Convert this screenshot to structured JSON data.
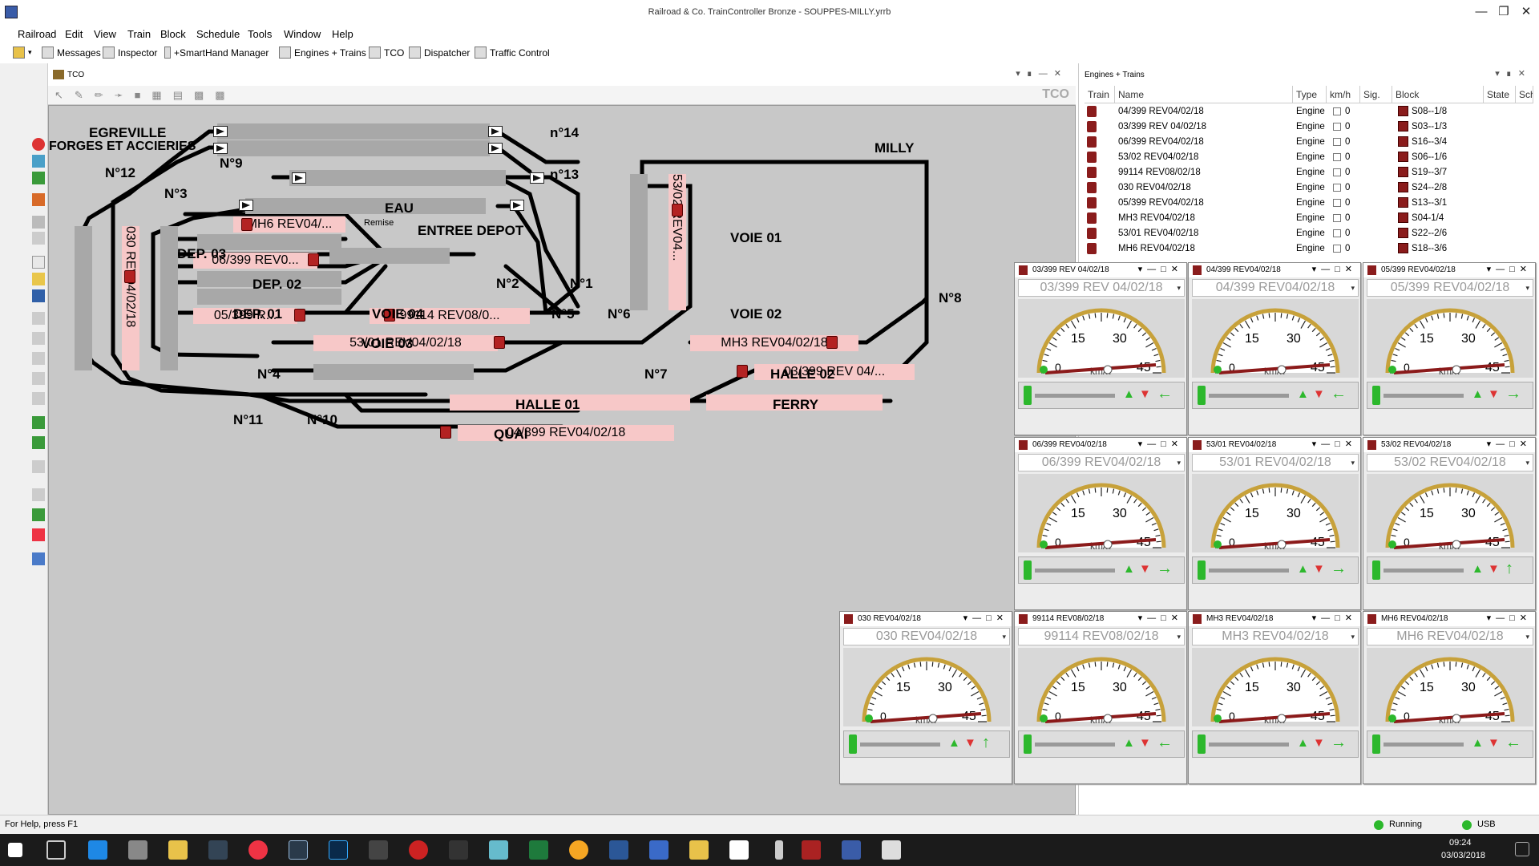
{
  "window": {
    "title": "Railroad & Co. TrainController Bronze - SOUPPES-MILLY.yrrb"
  },
  "menu": [
    "Railroad",
    "Edit",
    "View",
    "Train",
    "Block",
    "Schedule",
    "Tools",
    "Window",
    "Help"
  ],
  "toolbar": [
    "Messages",
    "Inspector",
    "+SmartHand Manager",
    "Engines + Trains",
    "TCO",
    "Dispatcher",
    "Traffic Control"
  ],
  "tco": {
    "title": "TCO",
    "corner_label": "TCO",
    "labels": {
      "egreville": "EGREVILLE",
      "forges": "FORGES ET ACCIERIES",
      "n14": "n°14",
      "n13": "n°13",
      "n12": "N°12",
      "n9": "N°9",
      "n3": "N°3",
      "milly": "MILLY",
      "eau": "EAU",
      "remise": "Remise",
      "entree_depot": "ENTREE DEPOT",
      "dep03": "DEP. 03",
      "dep02": "DEP. 02",
      "dep01": "DEP. 01",
      "voie01": "VOIE 01",
      "n2": "N°2",
      "n1": "N°1",
      "n5": "N°5",
      "n6": "N°6",
      "n8": "N°8",
      "voie04": "VOIE 04",
      "voie02": "VOIE 02",
      "voie03": "VOIE 03",
      "n4": "N°4",
      "n7": "N°7",
      "halle02": "HALLE 02",
      "halle01": "HALLE 01",
      "ferry": "FERRY",
      "n11": "N°11",
      "n10": "N°10",
      "quai": "QUAI"
    },
    "blocks": {
      "mh6": "MH6 REV04/...",
      "b06399": "06/399 REV0...",
      "b05399": "05/399  R...",
      "b99114": "99114 REV08/0...",
      "b5301": "53/01 REV04/02/18",
      "mh3": "MH3 REV04/02/18",
      "b03399": "03/399 REV 04/...",
      "b04399": "04/399 REV04/02/18",
      "v030": "030 REV04/02/18",
      "v5302": "53/02 REV04..."
    }
  },
  "engines": {
    "title": "Engines + Trains",
    "columns": [
      "Train",
      "Name",
      "Type",
      "km/h",
      "Sig.",
      "Block",
      "State",
      "Schedule"
    ],
    "rows": [
      {
        "name": "04/399 REV04/02/18",
        "type": "Engine",
        "speed": "0",
        "block": "S08--1/8"
      },
      {
        "name": "03/399 REV 04/02/18",
        "type": "Engine",
        "speed": "0",
        "block": "S03--1/3"
      },
      {
        "name": "06/399 REV04/02/18",
        "type": "Engine",
        "speed": "0",
        "block": "S16--3/4"
      },
      {
        "name": "53/02 REV04/02/18",
        "type": "Engine",
        "speed": "0",
        "block": "S06--1/6"
      },
      {
        "name": "99114 REV08/02/18",
        "type": "Engine",
        "speed": "0",
        "block": "S19--3/7"
      },
      {
        "name": " 030 REV04/02/18",
        "type": "Engine",
        "speed": "0",
        "block": "S24--2/8"
      },
      {
        "name": "05/399  REV04/02/18",
        "type": "Engine",
        "speed": "0",
        "block": "S13--3/1"
      },
      {
        "name": "MH3 REV04/02/18",
        "type": "Engine",
        "speed": "0",
        "block": "S04-1/4"
      },
      {
        "name": "53/01 REV04/02/18",
        "type": "Engine",
        "speed": "0",
        "block": "S22--2/6"
      },
      {
        "name": "MH6 REV04/02/18",
        "type": "Engine",
        "speed": "0",
        "block": "S18--3/6"
      }
    ]
  },
  "throttles": [
    {
      "title": "03/399 REV 04/02/18",
      "name": "03/399 REV 04/02/18",
      "dir": "left"
    },
    {
      "title": "04/399 REV04/02/18",
      "name": "04/399 REV04/02/18",
      "dir": "left"
    },
    {
      "title": "05/399  REV04/02/18",
      "name": "05/399  REV04/02/18",
      "dir": "right"
    },
    {
      "title": "06/399 REV04/02/18",
      "name": "06/399 REV04/02/18",
      "dir": "right"
    },
    {
      "title": "53/01 REV04/02/18",
      "name": "53/01 REV04/02/18",
      "dir": "right"
    },
    {
      "title": "53/02 REV04/02/18",
      "name": "53/02 REV04/02/18",
      "dir": "up"
    },
    {
      "title": "030 REV04/02/18",
      "name": "030 REV04/02/18",
      "dir": "up"
    },
    {
      "title": "99114 REV08/02/18",
      "name": "99114 REV08/02/18",
      "dir": "left"
    },
    {
      "title": "MH3 REV04/02/18",
      "name": "MH3 REV04/02/18",
      "dir": "right"
    },
    {
      "title": "MH6 REV04/02/18",
      "name": "MH6 REV04/02/18",
      "dir": "left"
    }
  ],
  "gauge": {
    "ticks": [
      "0",
      "15",
      "30",
      "45"
    ],
    "unit": "km/h",
    "speed": 0
  },
  "status": {
    "help": "For Help, press F1",
    "running": "Running",
    "usb": "USB"
  },
  "taskbar": {
    "time": "09:24",
    "date": "03/03/2018"
  },
  "colors": {
    "occupied": "#f7c8c8",
    "free_block": "#a8a8a8",
    "canvas": "#c8c8c8",
    "gauge_ring": "#c7a13a",
    "needle": "#8b1a1a"
  }
}
